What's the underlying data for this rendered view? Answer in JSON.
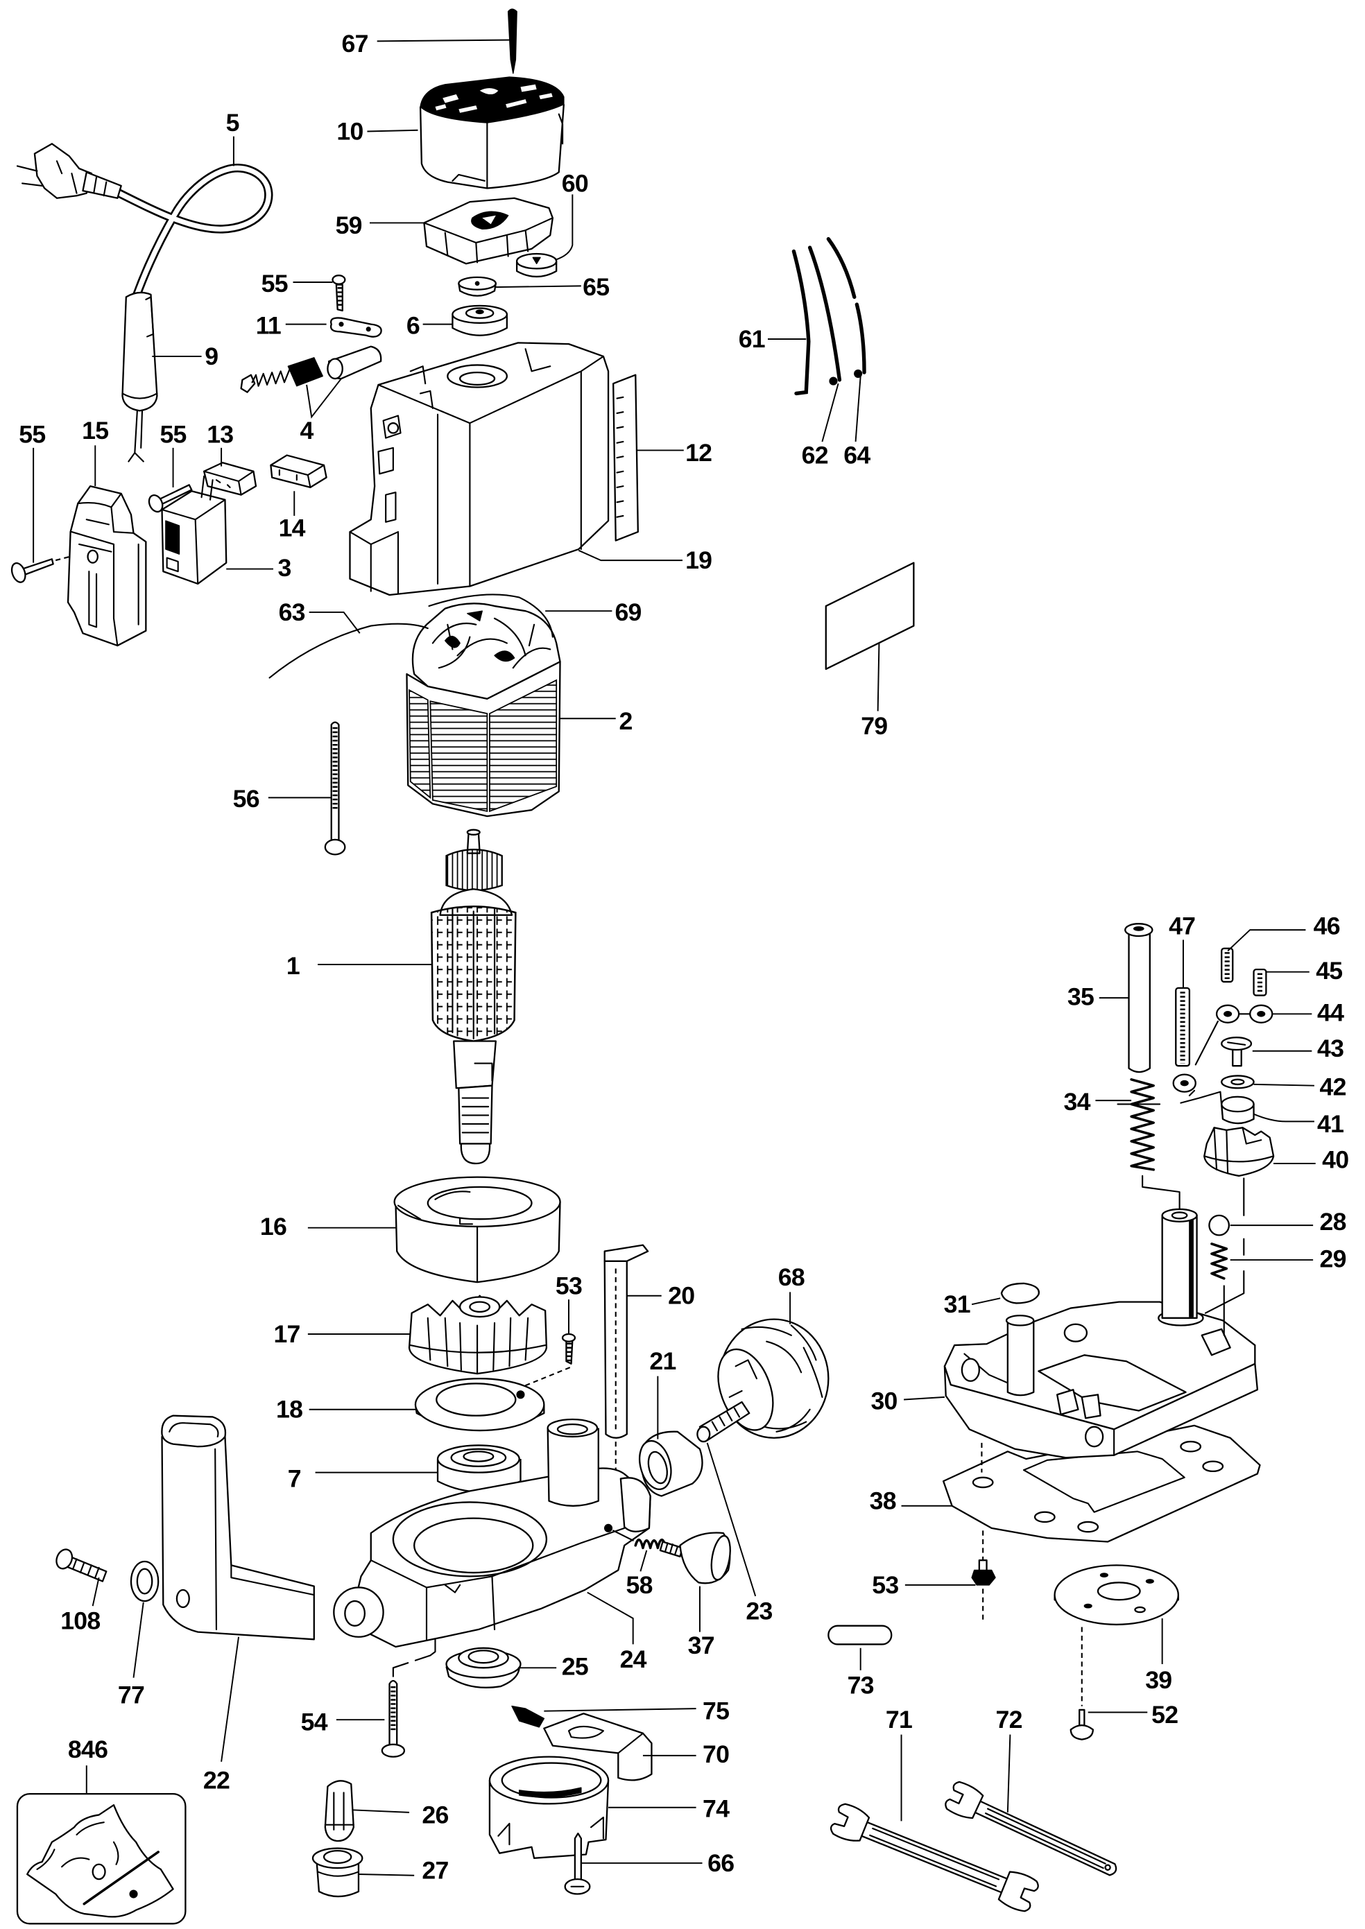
{
  "diagram": {
    "callouts": [
      "67",
      "10",
      "5",
      "60",
      "59",
      "55",
      "65",
      "11",
      "6",
      "9",
      "61",
      "4",
      "55",
      "15",
      "55",
      "13",
      "12",
      "62",
      "64",
      "14",
      "3",
      "19",
      "63",
      "69",
      "2",
      "79",
      "56",
      "1",
      "47",
      "46",
      "45",
      "35",
      "44",
      "43",
      "42",
      "34",
      "41",
      "40",
      "28",
      "29",
      "16",
      "68",
      "53",
      "20",
      "31",
      "17",
      "21",
      "30",
      "18",
      "7",
      "38",
      "58",
      "53",
      "23",
      "108",
      "37",
      "24",
      "25",
      "39",
      "73",
      "77",
      "75",
      "52",
      "54",
      "71",
      "72",
      "846",
      "70",
      "22",
      "74",
      "26",
      "66",
      "27"
    ]
  }
}
